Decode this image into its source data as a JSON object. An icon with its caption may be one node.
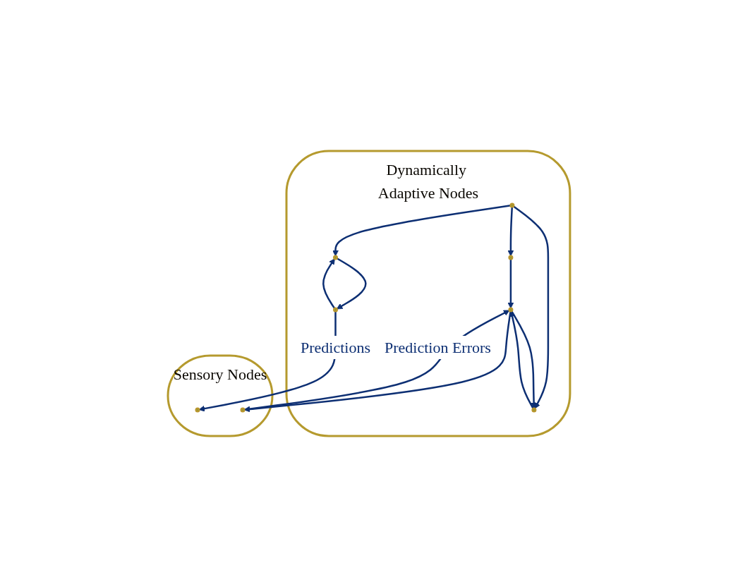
{
  "diagram": {
    "nodes": [
      {
        "text": [
          "Dynamically Adaptive Nodes"
        ]
      },
      {
        "text": [],
        "shape": "circle",
        "in": 0
      },
      {
        "text": [],
        "shape": "circle",
        "in": 0
      },
      {
        "text": [],
        "shape": "circle",
        "in": 0
      },
      {
        "text": [],
        "shape": "circle",
        "in": 0
      },
      {
        "text": [],
        "shape": "circle",
        "in": 0
      },
      {
        "text": [],
        "shape": "circle",
        "in": 0
      },
      {
        "text": [
          "Sensory Nodes"
        ]
      },
      {
        "text": [],
        "shape": "circle",
        "in": 7
      },
      {
        "text": [],
        "shape": "circle",
        "in": 7
      }
    ],
    "edges": [
      {
        "from": 2,
        "to": 1,
        "arrow": "to"
      },
      {
        "from": 3,
        "to": 1,
        "arrow": "to"
      },
      {
        "from": 1,
        "to": 3,
        "arrow": "to"
      },
      {
        "from": 2,
        "to": 4,
        "arrow": "to"
      },
      {
        "from": 2,
        "to": 5,
        "arrow": "to"
      },
      {
        "from": 4,
        "to": 6,
        "arrow": "to"
      },
      {
        "from": 6,
        "to": 5,
        "arrow": "to"
      },
      {
        "from": 5,
        "to": 6,
        "arrow": "to"
      },
      {
        "from": 3,
        "to": 8,
        "label": "Predictions",
        "arrow": "to"
      },
      {
        "from": 6,
        "to": 9,
        "arrow": "to"
      },
      {
        "from": 9,
        "to": 6,
        "label": "Prediction Errors",
        "arrow": "to"
      }
    ]
  }
}
